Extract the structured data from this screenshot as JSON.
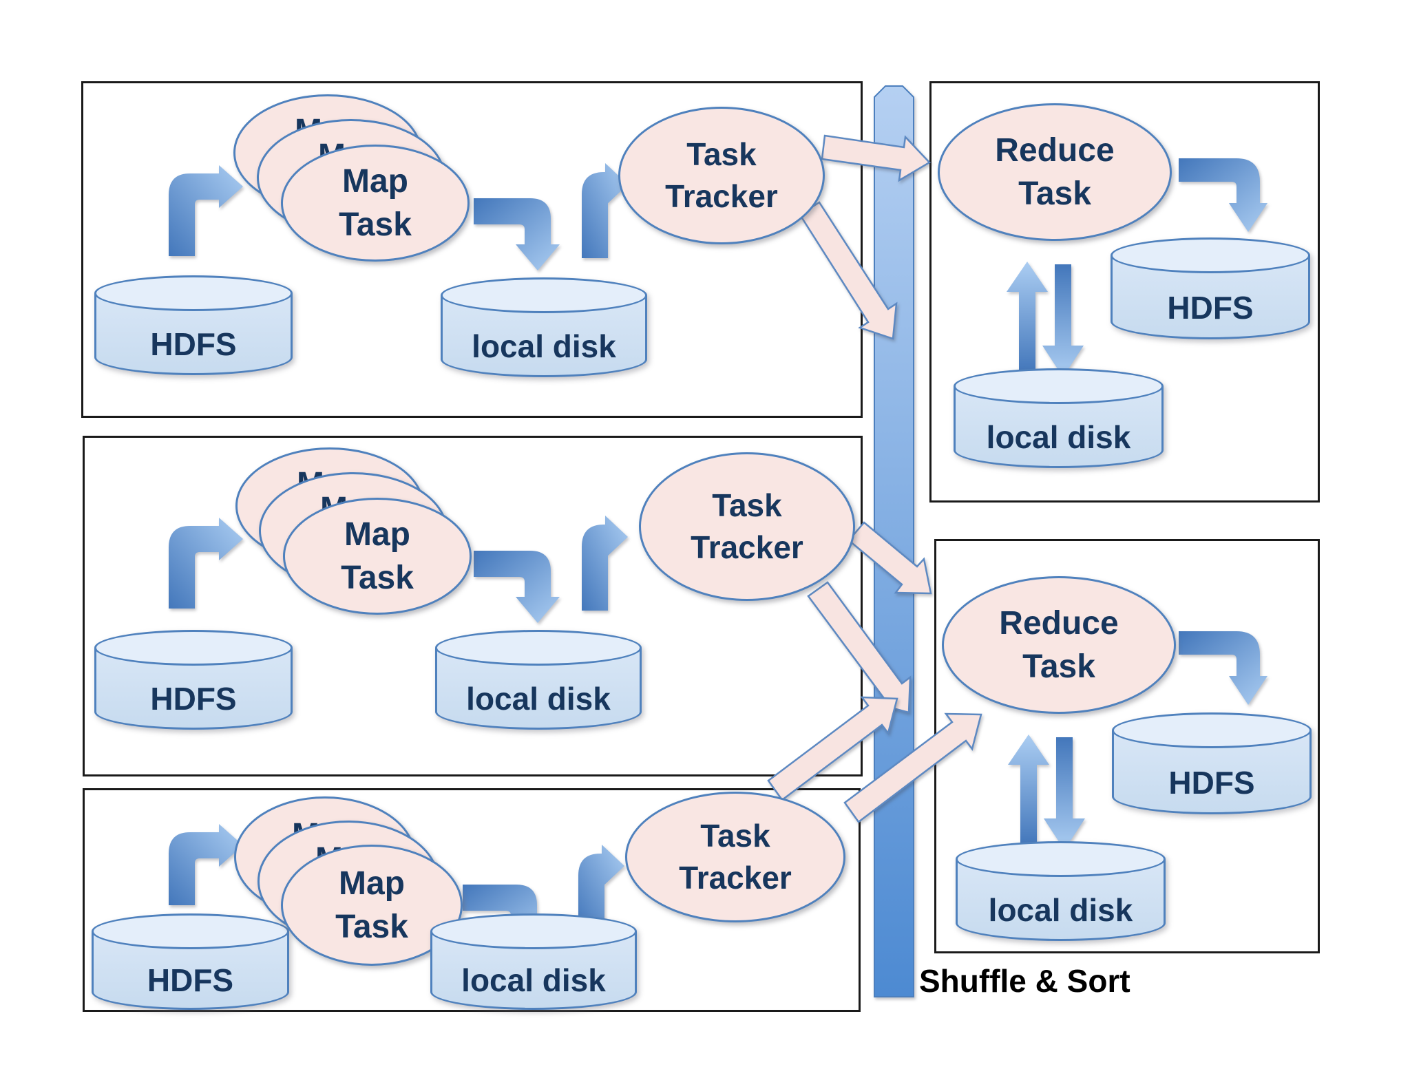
{
  "diagram": {
    "shuffle_label": "Shuffle & Sort",
    "worker_rows": [
      {
        "hdfs": "HDFS",
        "map_task": "Map Task",
        "local_disk": "local disk",
        "task_tracker": "Task Tracker"
      },
      {
        "hdfs": "HDFS",
        "map_task": "Map Task",
        "local_disk": "local disk",
        "task_tracker": "Task Tracker"
      },
      {
        "hdfs": "HDFS",
        "map_task": "Map Task",
        "local_disk": "local disk",
        "task_tracker": "Task Tracker"
      }
    ],
    "reduce_boxes": [
      {
        "reduce_task": "Reduce Task",
        "hdfs": "HDFS",
        "local_disk": "local disk"
      },
      {
        "reduce_task": "Reduce Task",
        "hdfs": "HDFS",
        "local_disk": "local disk"
      }
    ],
    "colors": {
      "node_fill": "#f9e6e3",
      "node_border": "#4f81bd",
      "cylinder_fill": "#cfe0f2",
      "cylinder_top": "#e4eefa",
      "text_navy": "#17365d",
      "bar_top": "#b5d0f2",
      "bar_bottom": "#4d8ad2",
      "arrow_blue_dark": "#4377bb",
      "arrow_blue_light": "#abcdf2",
      "pink_arrow_fill": "#f8e4e1",
      "label_color": "#000000"
    }
  }
}
